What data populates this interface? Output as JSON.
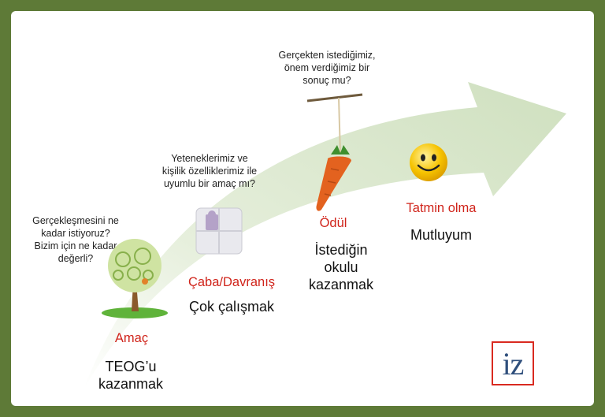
{
  "stages": [
    {
      "label": "Amaç",
      "description": [
        "TEOG’u",
        "kazanmak"
      ],
      "question": [
        "Gerçekleşmesini ne",
        "kadar istiyoruz?",
        "Bizim için ne kadar",
        "değerli?"
      ],
      "icon": "tree-icon"
    },
    {
      "label": "Çaba/Davranış",
      "description": [
        "Çok çalışmak"
      ],
      "question": [
        "Yeteneklerimiz ve",
        "kişilik özelliklerimiz ile",
        "uyumlu bir amaç mı?"
      ],
      "icon": "puzzle-icon"
    },
    {
      "label": "Ödül",
      "description": [
        "İstediğin",
        "okulu",
        "kazanmak"
      ],
      "question": [
        "Gerçekten istediğimiz,",
        "önem verdiğimiz bir",
        "sonuç mu?"
      ],
      "icon": "carrot-on-stick-icon"
    },
    {
      "label": "Tatmin olma",
      "description": [
        "Mutluyum"
      ],
      "icon": "smiley-icon"
    }
  ],
  "logo": {
    "text": "iz"
  },
  "colors": {
    "frame": "#5e7a37",
    "arrow": "#dbe8cf",
    "stage_label": "#d0241b"
  }
}
